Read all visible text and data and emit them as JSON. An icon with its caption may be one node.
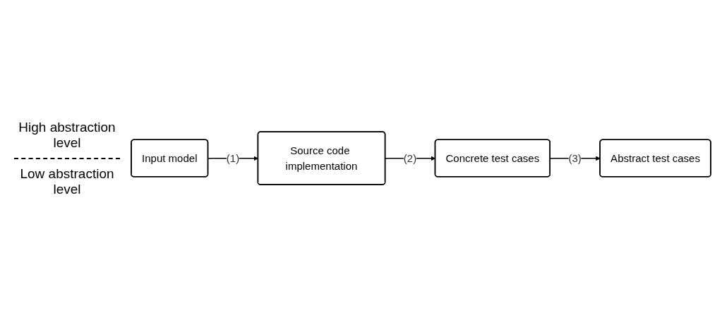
{
  "diagram": {
    "nodes": [
      {
        "text": [
          "Input model"
        ]
      },
      {
        "text": [
          "Source code implementation"
        ]
      },
      {
        "text": [
          "Concrete test cases"
        ]
      },
      {
        "text": [
          "Abstract test cases"
        ]
      }
    ],
    "edges": [
      {
        "from": 0,
        "to": 1,
        "arrow": "to",
        "label": "(1)"
      },
      {
        "from": 1,
        "to": 2,
        "arrow": "to",
        "label": "(2)"
      },
      {
        "from": 2,
        "to": 3,
        "arrow": "to",
        "label": "(3)"
      }
    ],
    "labels": [
      "High abstraction level",
      "Low abstraction level"
    ]
  }
}
